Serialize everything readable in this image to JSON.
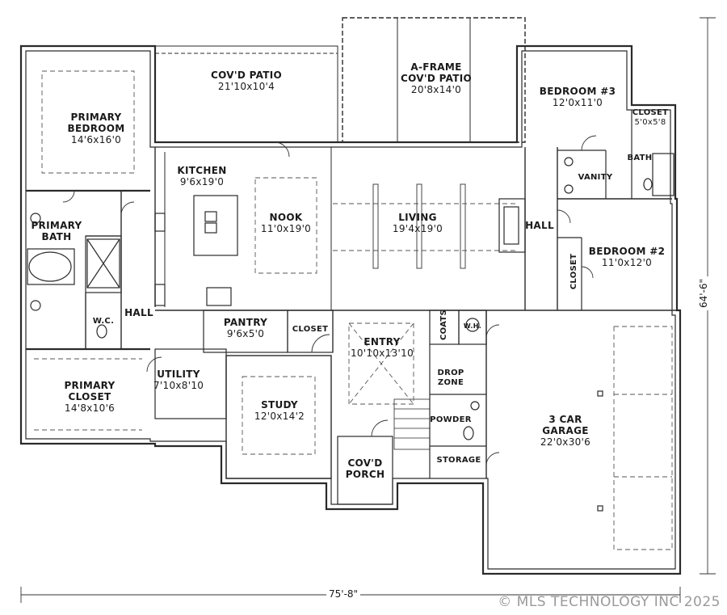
{
  "rooms": {
    "covd_patio": {
      "name": "COV'D PATIO",
      "dims": "21'10x10'4"
    },
    "aframe_patio": {
      "name1": "A-FRAME",
      "name2": "COV'D PATIO",
      "dims": "20'8x14'0"
    },
    "bedroom3": {
      "name": "BEDROOM #3",
      "dims": "12'0x11'0"
    },
    "closet_b3": {
      "name": "CLOSET",
      "dims": "5'0x5'8"
    },
    "bath": {
      "name": "BATH"
    },
    "vanity": {
      "name": "VANITY"
    },
    "primary_bedroom": {
      "name1": "PRIMARY",
      "name2": "BEDROOM",
      "dims": "14'6x16'0"
    },
    "kitchen": {
      "name": "KITCHEN",
      "dims": "9'6x19'0"
    },
    "nook": {
      "name": "NOOK",
      "dims": "11'0x19'0"
    },
    "living": {
      "name": "LIVING",
      "dims": "19'4x19'0"
    },
    "hall_right": {
      "name": "HALL"
    },
    "bedroom2": {
      "name": "BEDROOM #2",
      "dims": "11'0x12'0"
    },
    "closet_b2": {
      "name": "CLOSET"
    },
    "primary_bath": {
      "name1": "PRIMARY",
      "name2": "BATH"
    },
    "wc": {
      "name": "W.C."
    },
    "hall_left": {
      "name": "HALL"
    },
    "pantry": {
      "name": "PANTRY",
      "dims": "9'6x5'0"
    },
    "closet_entry": {
      "name": "CLOSET"
    },
    "entry": {
      "name": "ENTRY",
      "dims": "10'10x13'10"
    },
    "coats": {
      "name": "COATS"
    },
    "wh": {
      "name": "W.H."
    },
    "primary_closet": {
      "name1": "PRIMARY",
      "name2": "CLOSET",
      "dims": "14'8x10'6"
    },
    "utility": {
      "name": "UTILITY",
      "dims": "7'10x8'10"
    },
    "study": {
      "name": "STUDY",
      "dims": "12'0x14'2"
    },
    "drop_zone": {
      "name1": "DROP",
      "name2": "ZONE"
    },
    "powder": {
      "name": "POWDER"
    },
    "storage": {
      "name": "STORAGE"
    },
    "garage": {
      "name1": "3 CAR",
      "name2": "GARAGE",
      "dims": "22'0x30'6"
    },
    "covd_porch": {
      "name1": "COV'D",
      "name2": "PORCH"
    }
  },
  "dimensions": {
    "width": "75'-8\"",
    "depth": "64'-6\""
  },
  "copyright": "© MLS TECHNOLOGY INC 2025"
}
